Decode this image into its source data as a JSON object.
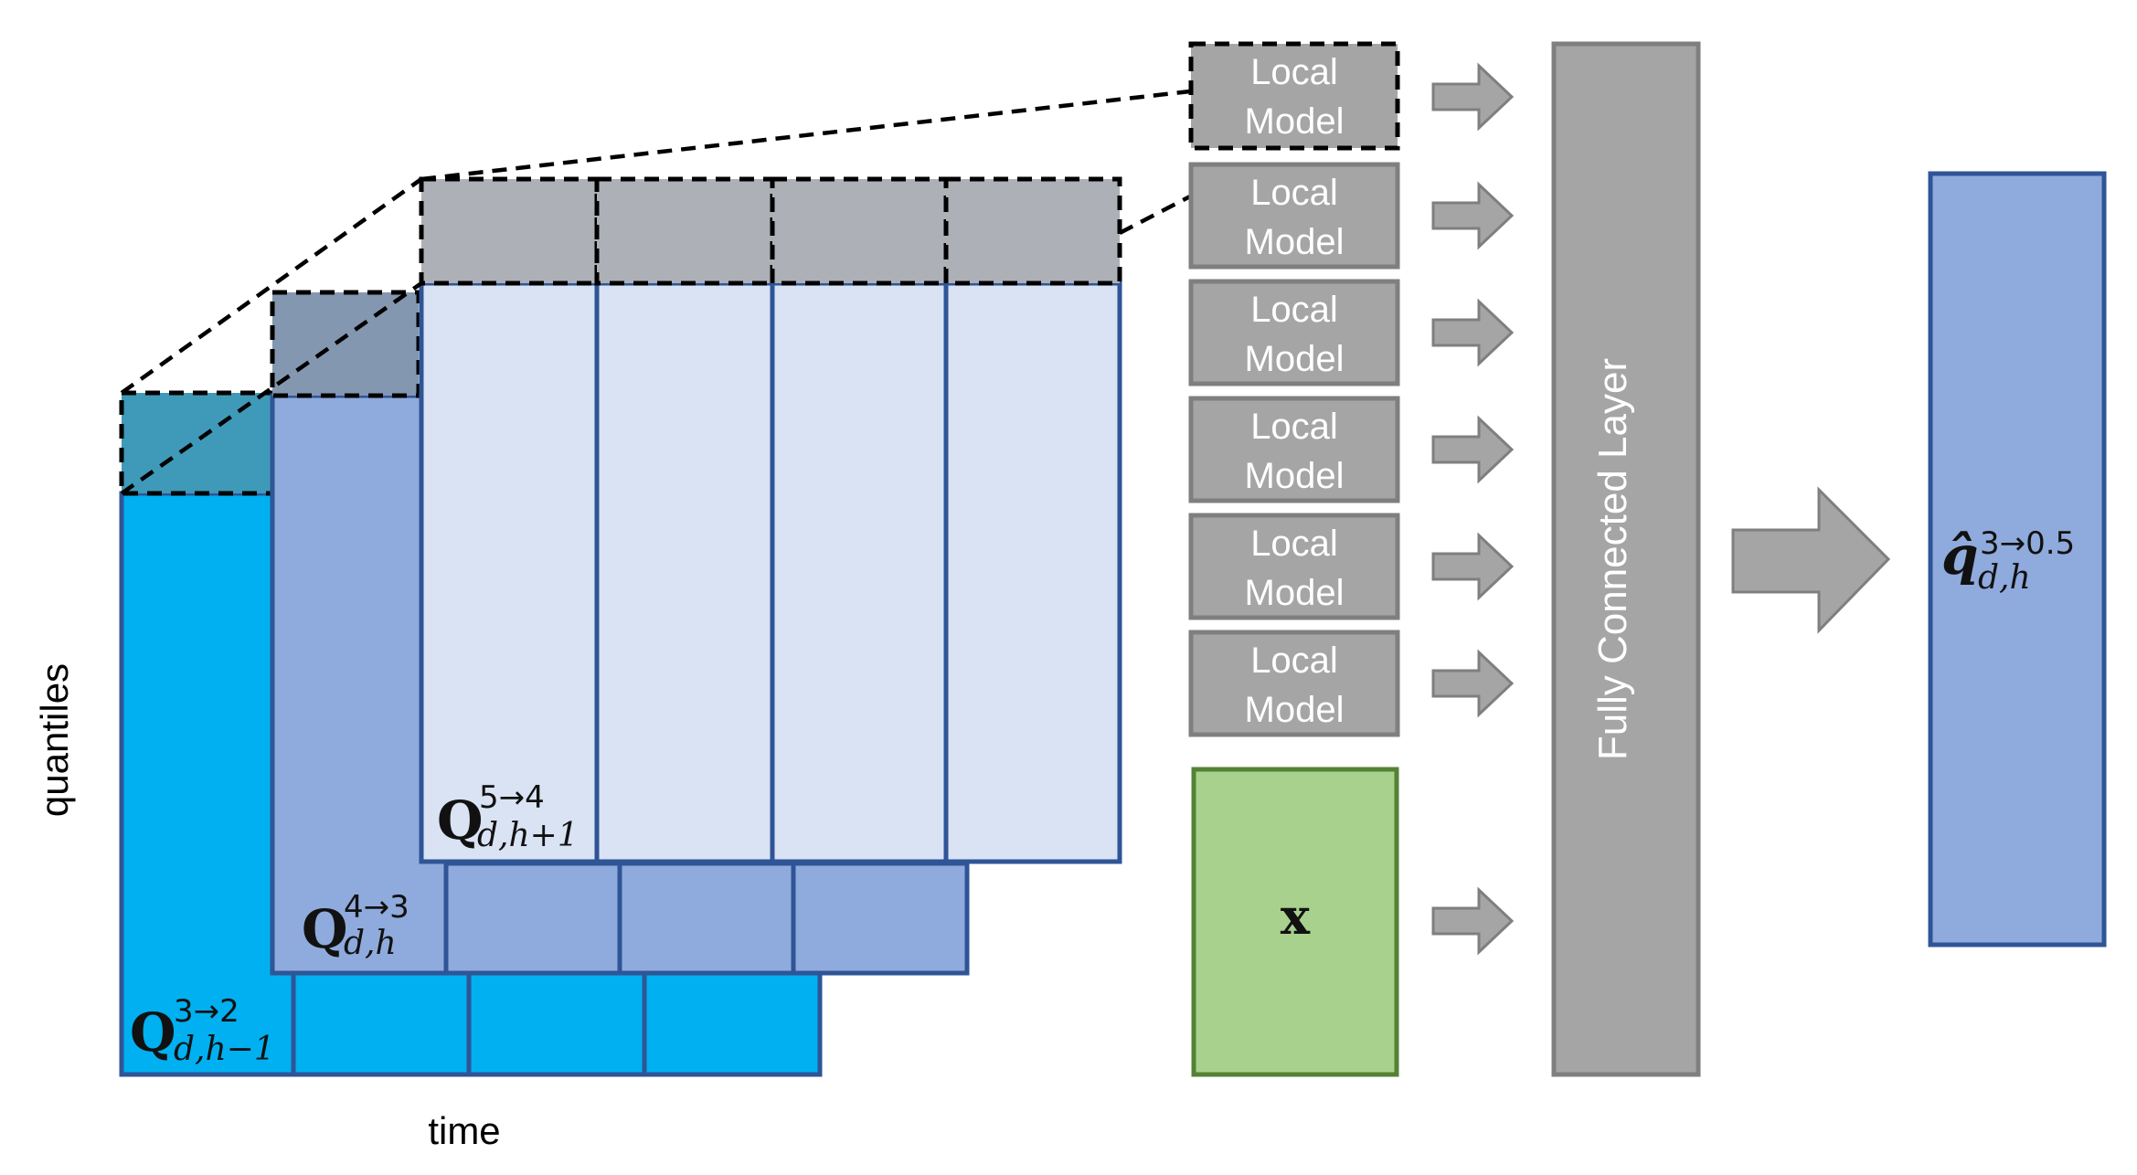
{
  "axes": {
    "quantiles_label": "quantiles",
    "time_label": "time"
  },
  "layers": [
    {
      "symbol": "Q",
      "superscript": "3→2",
      "subscript": "d,h−1",
      "color": "#00B0F0"
    },
    {
      "symbol": "Q",
      "superscript": "4→3",
      "subscript": "d,h",
      "color": "#8FAADC"
    },
    {
      "symbol": "Q",
      "superscript": "5→4",
      "subscript": "d,h+1",
      "color": "#DAE3F3"
    }
  ],
  "local_models": [
    {
      "line1": "Local",
      "line2": "Model"
    },
    {
      "line1": "Local",
      "line2": "Model"
    },
    {
      "line1": "Local",
      "line2": "Model"
    },
    {
      "line1": "Local",
      "line2": "Model"
    },
    {
      "line1": "Local",
      "line2": "Model"
    },
    {
      "line1": "Local",
      "line2": "Model"
    }
  ],
  "input_box": {
    "label": "x",
    "color": "#A9D18E"
  },
  "fully_connected": {
    "label": "Fully Connected Layer"
  },
  "output": {
    "symbol": "q̂",
    "superscript": "3→0.5",
    "subscript": "d,h",
    "color": "#8FAADC"
  },
  "colors": {
    "gray": "#A5A5A5",
    "gray_border": "#7F7F7F",
    "blue_border": "#2F5597",
    "green_border": "#548235"
  }
}
